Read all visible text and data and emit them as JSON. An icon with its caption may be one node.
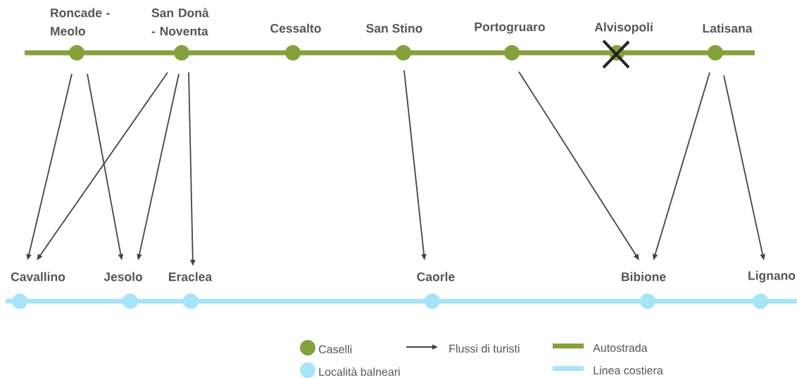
{
  "diagram": {
    "nodes": [
      {
        "text": [
          "Roncade - Meolo"
        ]
      },
      {
        "text": [
          "San Donà - Noventa"
        ]
      },
      {
        "text": [
          "Cessalto"
        ]
      },
      {
        "text": [
          "San Stino"
        ]
      },
      {
        "text": [
          "Portogruaro"
        ]
      },
      {
        "text": [
          "Alvisopoli"
        ]
      },
      {
        "text": [
          "Latisana"
        ]
      },
      {
        "text": [
          "Cavallino"
        ]
      },
      {
        "text": [
          "Jesolo"
        ]
      },
      {
        "text": [
          "Eraclea"
        ]
      },
      {
        "text": [
          "Caorle"
        ]
      },
      {
        "text": [
          "Bibione"
        ]
      },
      {
        "text": [
          "Lignano"
        ]
      }
    ],
    "edges": [
      {
        "from": 0,
        "to": 7,
        "arrow": "to"
      },
      {
        "from": 0,
        "to": 8,
        "arrow": "to"
      },
      {
        "from": 1,
        "to": 7,
        "arrow": "to"
      },
      {
        "from": 1,
        "to": 8,
        "arrow": "to"
      },
      {
        "from": 1,
        "to": 9,
        "arrow": "to"
      },
      {
        "from": 3,
        "to": 10,
        "arrow": "to"
      },
      {
        "from": 4,
        "to": 11,
        "arrow": "to"
      },
      {
        "from": 6,
        "to": 11,
        "arrow": "to"
      },
      {
        "from": 6,
        "to": 12,
        "arrow": "to"
      }
    ],
    "legend": [
      {
        "text": "Caselli",
        "color": "#84a13c"
      },
      {
        "text": "Località balneari",
        "color": "#a6e4f8"
      },
      {
        "text": "Flussi di turisti"
      },
      {
        "text": "Autostrada",
        "color": "#84a13c"
      },
      {
        "text": "Linea costiera",
        "color": "#a6e4f8"
      }
    ]
  }
}
